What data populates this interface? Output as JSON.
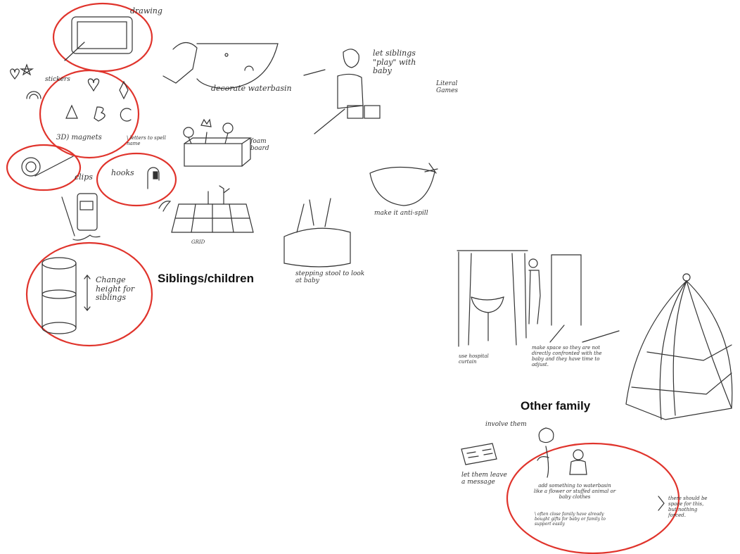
{
  "headings": {
    "siblings": "Siblings/children",
    "other_family": "Other family"
  },
  "notes": {
    "drawing": "drawing",
    "stickers": "stickers",
    "magnets_3d": "3D) magnets",
    "letters": "\\ letters to spell name",
    "clips": "clips",
    "hooks": "hooks",
    "change_height": "Change height for siblings",
    "decorate": "decorate waterbasin",
    "let_siblings": "let siblings \"play\" with baby",
    "literal_games": "Literal Games",
    "foam_board": "foam board",
    "grid": "GRID",
    "anti_spill": "make it anti-spill",
    "stepping_stool": "stepping stool to look at baby",
    "curtain": "use hospital curtain",
    "make_space": "make space so they are not directly confronted with the baby and they have time to adjust.",
    "involve": "involve them",
    "leave_message": "let them leave a message",
    "add_something": "add something to waterbasin like a flower or stuffed animal or baby clothes",
    "often_family": "\\ often close family have already bought gifts for baby or family to support easily",
    "there_should": "there should be space for this, but nothing forced."
  }
}
